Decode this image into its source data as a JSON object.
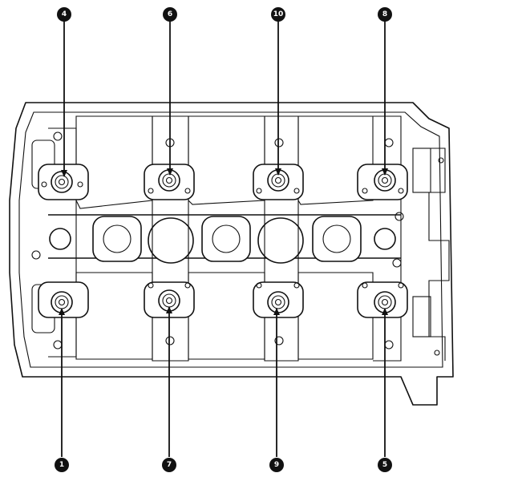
{
  "diagram": {
    "subject": "cylinder-head-bolt-tightening-sequence",
    "callouts": [
      {
        "id": "4",
        "label": "4"
      },
      {
        "id": "6",
        "label": "6"
      },
      {
        "id": "10",
        "label": "10"
      },
      {
        "id": "8",
        "label": "8"
      },
      {
        "id": "1",
        "label": "1"
      },
      {
        "id": "7",
        "label": "7"
      },
      {
        "id": "9",
        "label": "9"
      },
      {
        "id": "5",
        "label": "5"
      }
    ],
    "colors": {
      "line": "#111111",
      "background": "#ffffff"
    }
  }
}
